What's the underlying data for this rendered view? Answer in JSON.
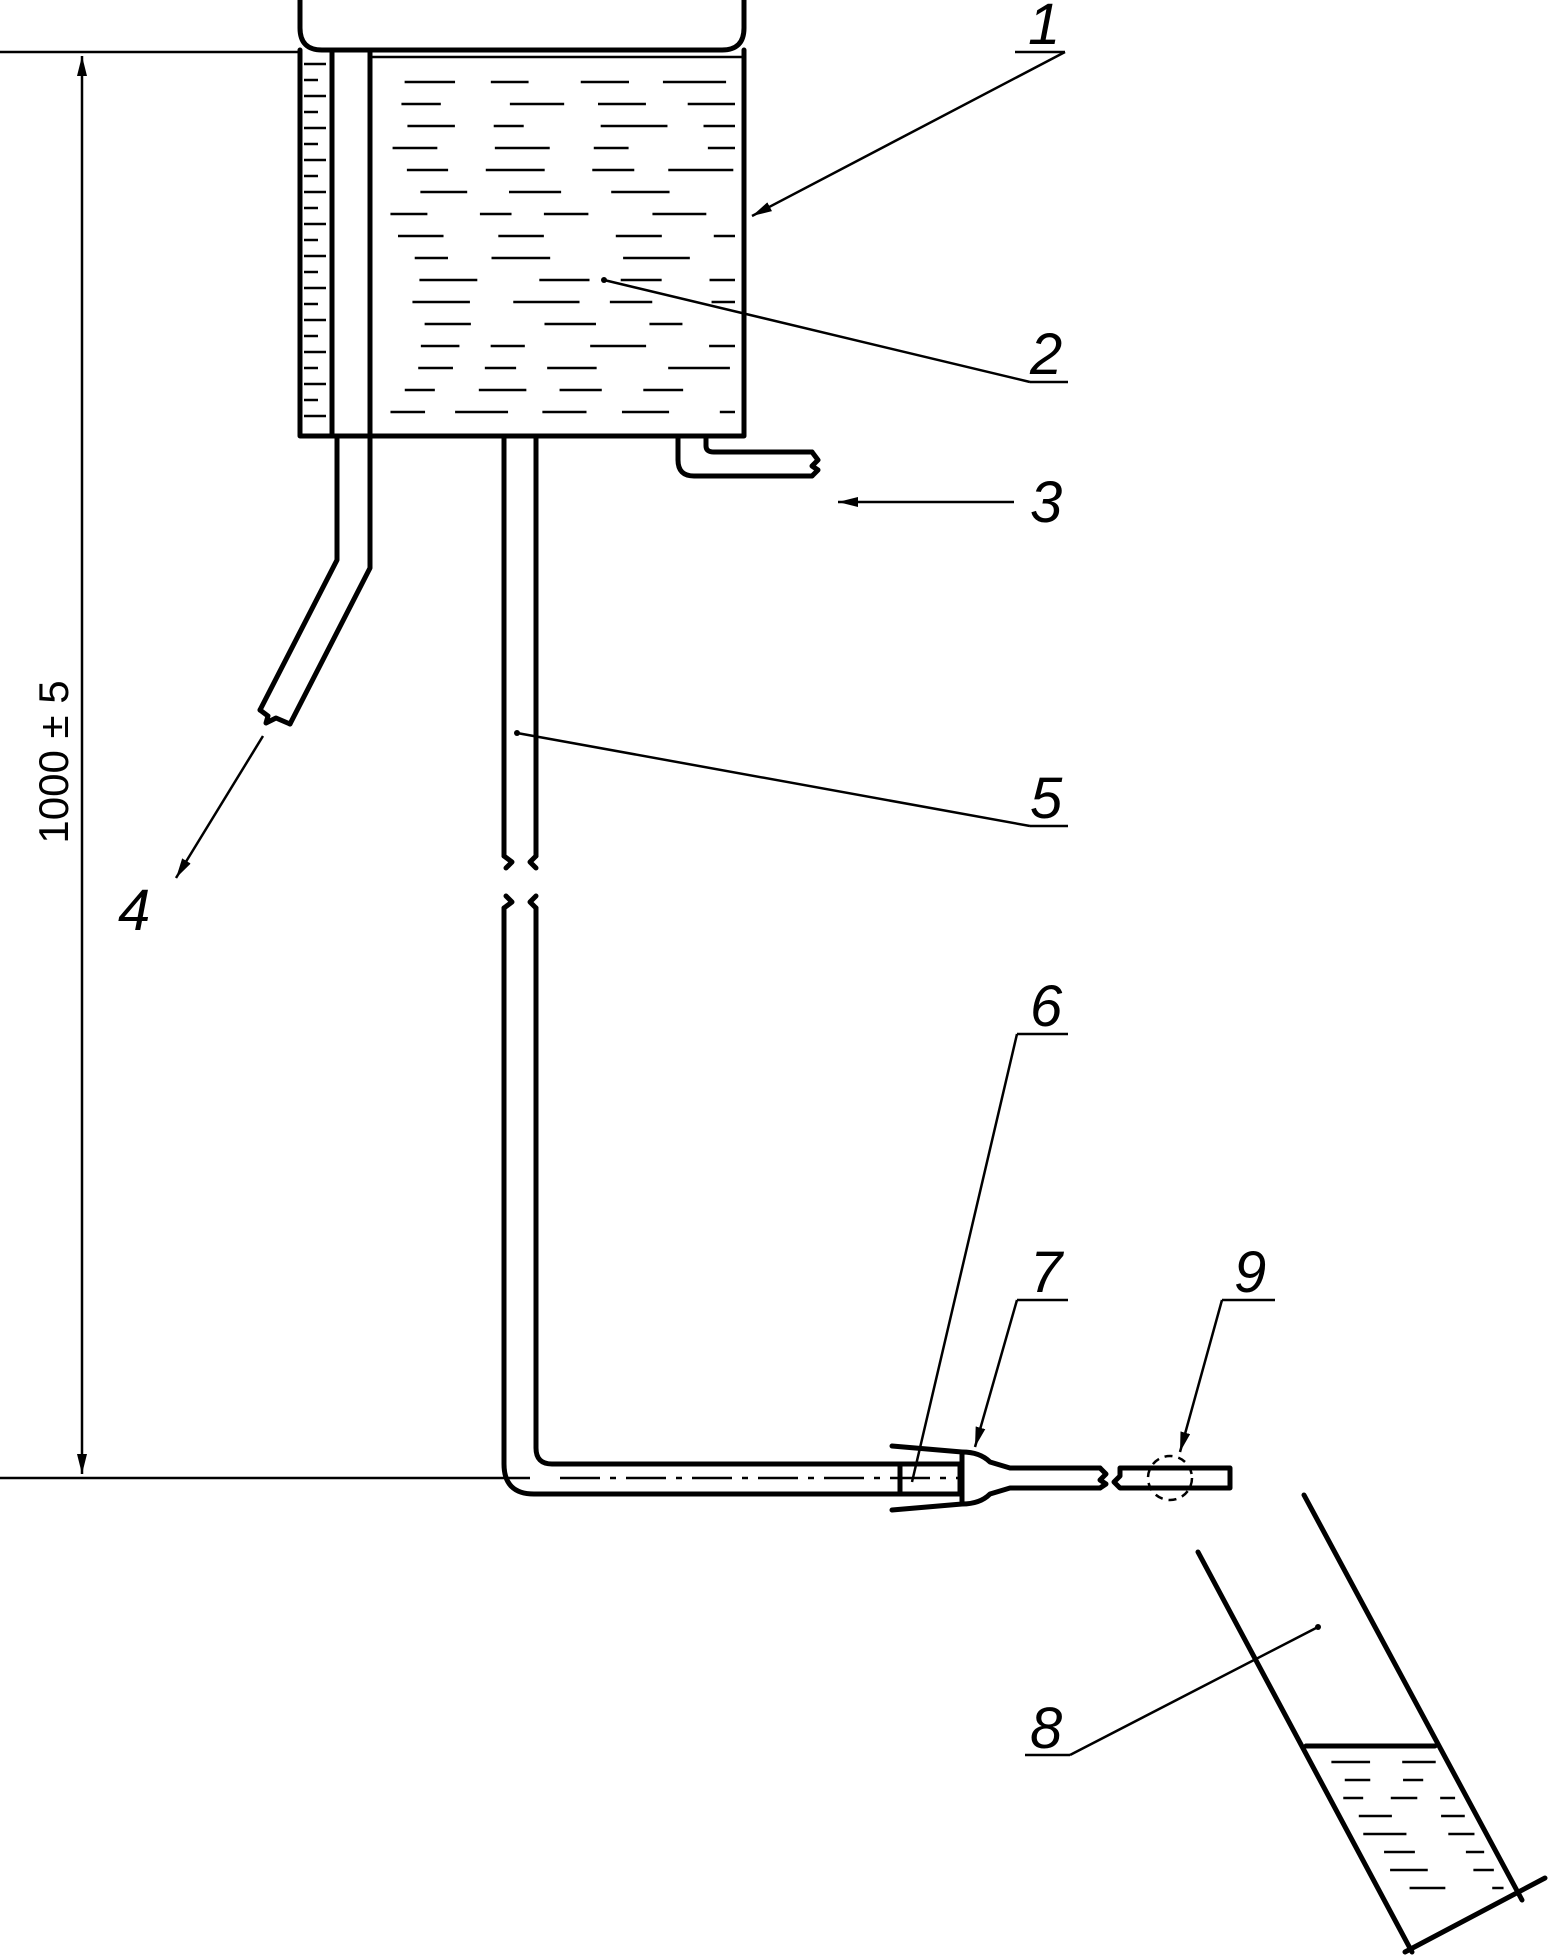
{
  "diagram": {
    "callouts": {
      "c1": "1",
      "c2": "2",
      "c3": "3",
      "c4": "4",
      "c5": "5",
      "c6": "6",
      "c7": "7",
      "c8": "8",
      "c9": "9"
    },
    "dimension": {
      "height_label": "1000 ± 5"
    }
  }
}
